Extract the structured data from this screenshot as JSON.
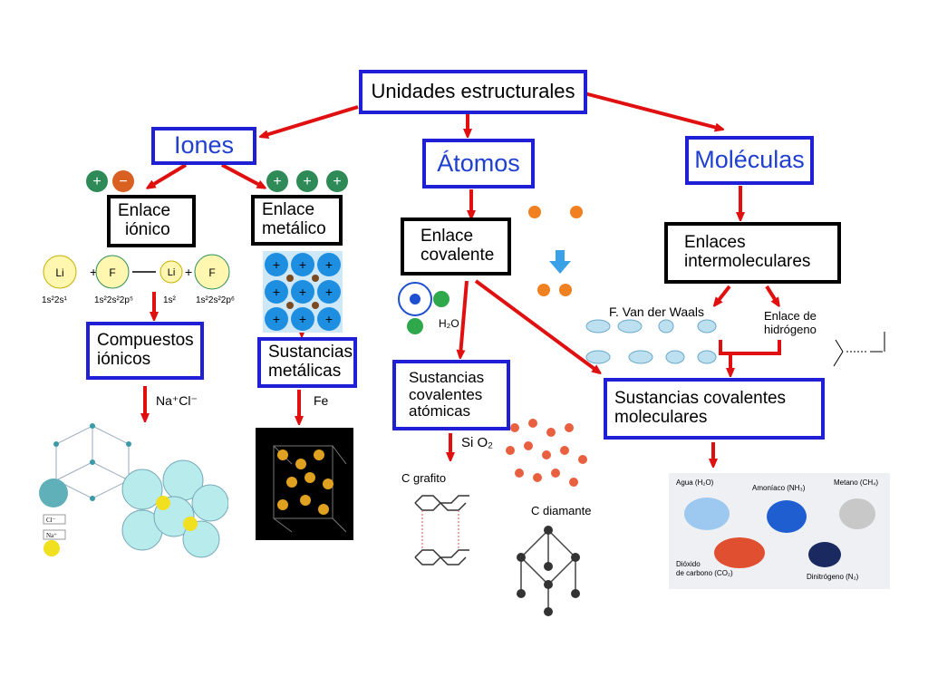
{
  "nodes": {
    "root": "Unidades estructurales",
    "iones": "Iones",
    "atomos": "Átomos",
    "moleculas": "Moléculas",
    "enlace_ionico": [
      "Enlace",
      "iónico"
    ],
    "enlace_metalico": [
      "Enlace",
      "metálico"
    ],
    "enlace_covalente": [
      "Enlace",
      "covalente"
    ],
    "enlaces_intermoleculares": [
      "Enlaces",
      "intermoleculares"
    ],
    "compuestos_ionicos": [
      "Compuestos",
      "iónicos"
    ],
    "sustancias_metalicas": [
      "Sustancias",
      "metálicas"
    ],
    "sustancias_cov_atomicas": [
      "Sustancias",
      "covalentes",
      "atómicas"
    ],
    "sustancias_cov_moleculares": [
      "Sustancias covalentes",
      "moleculares"
    ]
  },
  "labels": {
    "van_der_waals": "F. Van der Waals",
    "enlace_hidrogeno": [
      "Enlace de",
      "hidrógeno"
    ],
    "nacl": "Na⁺Cl⁻",
    "fe": "Fe",
    "sio2": "Si O₂",
    "c_grafito": "C grafito",
    "c_diamante": "C diamante",
    "h2o": "H₂O",
    "electron_config": [
      "1s²2s¹",
      "1s²2s²2p⁵",
      "1s²",
      "1s²2s²2p⁶"
    ],
    "ion_symbols": [
      "Li",
      "F",
      "Li",
      "F"
    ],
    "plus": "+",
    "minus": "−",
    "cl_label": "Cl⁻",
    "na_label": "Na⁺"
  },
  "molecules_panel": {
    "agua": "Agua (H₂O)",
    "amoniaco": "Amoníaco (NH₃)",
    "metano": "Metano (CH₄)",
    "dioxido": [
      "Dióxido",
      "de carbono (CO₂)"
    ],
    "dinitrogeno": "Dinitrógeno (N₂)"
  },
  "colors": {
    "box_border_blue": "#1f1fd6",
    "title_text_blue": "#1f3fd0",
    "arrow_red": "#e01010",
    "ion_green": "#2e8b57",
    "ion_orange": "#d86020",
    "metal_blue": "#1e8fe0",
    "fe_gold": "#e0a020"
  }
}
